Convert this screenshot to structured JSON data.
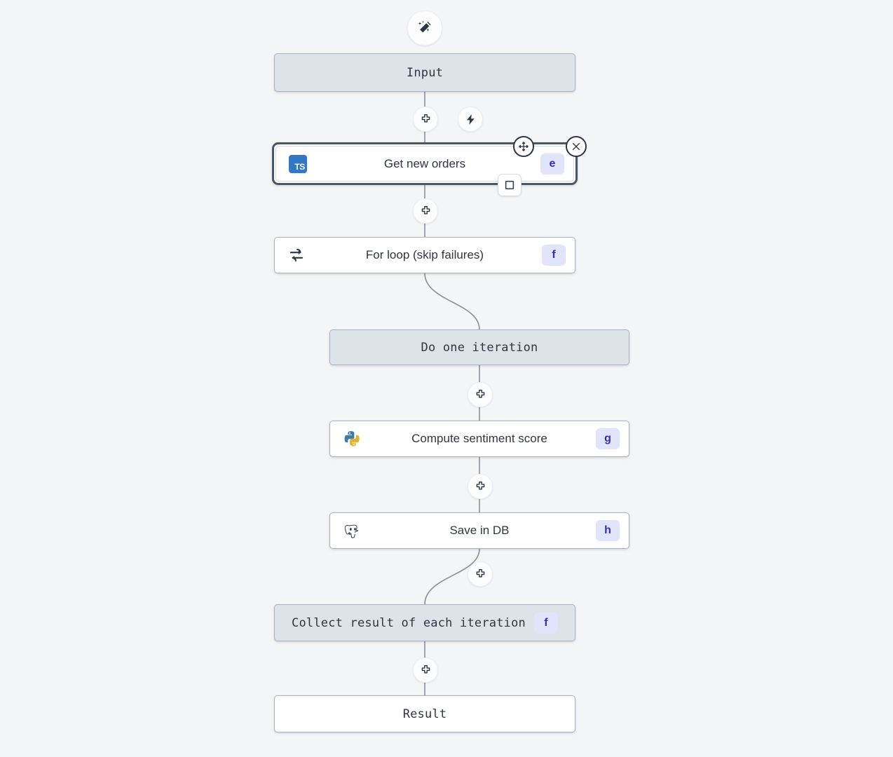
{
  "canvas": {
    "background": "#F4F5F7",
    "node_fill_virtual": "#DEE3EA",
    "node_fill_step": "#FFFFFF",
    "selection_color": "#4B5563",
    "kbd_bg": "#E2E3FC",
    "kbd_fg": "#3A2DAF",
    "edge_color": "#8A8F99"
  },
  "top_action": {
    "icon": "magic-wand-icon",
    "tooltip": "AI assistant"
  },
  "nodes": [
    {
      "id": "input",
      "label": "Input",
      "kind": "virtual",
      "font": "mono",
      "icon": null,
      "shortcut": null
    },
    {
      "id": "get-new-orders",
      "label": "Get new orders",
      "kind": "step",
      "font": "sans",
      "icon": "typescript-icon",
      "icon_label": "TS",
      "shortcut": "e",
      "selected": true
    },
    {
      "id": "for-loop",
      "label": "For loop (skip failures)",
      "kind": "step",
      "font": "sans",
      "icon": "loop-icon",
      "shortcut": "f"
    },
    {
      "id": "do-one-iteration",
      "label": "Do one iteration",
      "kind": "virtual",
      "font": "mono",
      "icon": null,
      "shortcut": null
    },
    {
      "id": "compute-sentiment-score",
      "label": "Compute sentiment score",
      "kind": "step",
      "font": "sans",
      "icon": "python-icon",
      "shortcut": "g"
    },
    {
      "id": "save-in-db",
      "label": "Save in DB",
      "kind": "step",
      "font": "sans",
      "icon": "postgresql-icon",
      "shortcut": "h"
    },
    {
      "id": "collect-result",
      "label": "Collect result of each iteration",
      "kind": "virtual",
      "font": "mono",
      "icon": null,
      "shortcut": "f"
    },
    {
      "id": "result",
      "label": "Result",
      "kind": "plain",
      "font": "mono",
      "icon": null,
      "shortcut": null
    }
  ],
  "edge_handles": [
    {
      "id": "add-after-input",
      "icon": "plus-icon"
    },
    {
      "id": "trigger-after-input",
      "icon": "lightning-icon"
    },
    {
      "id": "add-after-get-new-orders",
      "icon": "plus-icon"
    },
    {
      "id": "add-after-do-one-iteration",
      "icon": "plus-icon"
    },
    {
      "id": "add-after-compute-sentiment-score",
      "icon": "plus-icon"
    },
    {
      "id": "add-after-save-in-db",
      "icon": "plus-icon"
    },
    {
      "id": "add-after-collect-result",
      "icon": "plus-icon"
    }
  ],
  "selection_controls": [
    {
      "id": "move-handle",
      "icon": "move-icon"
    },
    {
      "id": "close-button",
      "icon": "close-icon"
    },
    {
      "id": "toggle-button",
      "icon": "square-icon"
    }
  ]
}
